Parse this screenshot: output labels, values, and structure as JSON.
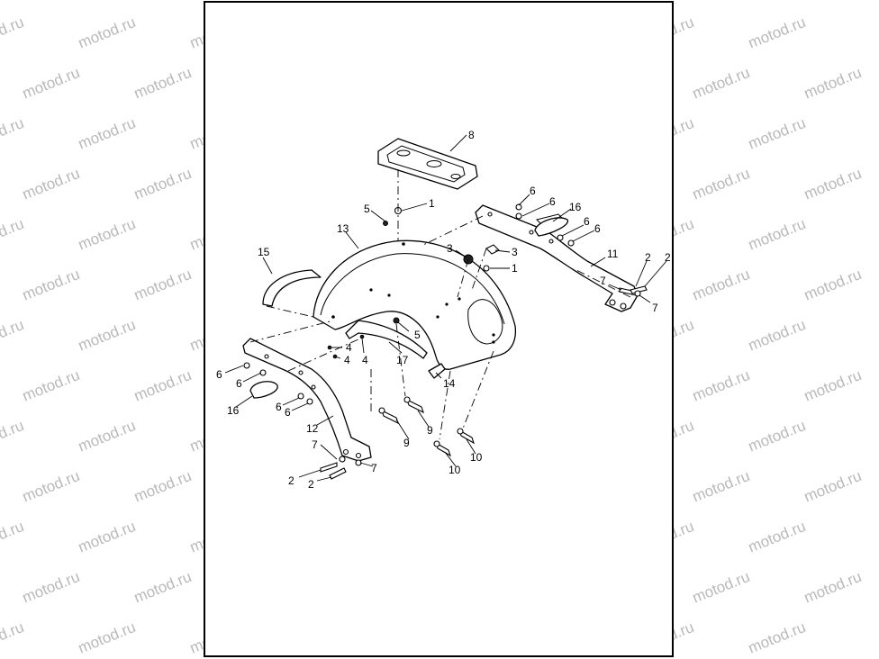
{
  "watermark": {
    "text": "motod.ru"
  },
  "callouts": [
    {
      "id": "c8",
      "label": "8"
    },
    {
      "id": "c1a",
      "label": "1"
    },
    {
      "id": "c5a",
      "label": "5"
    },
    {
      "id": "c13",
      "label": "13"
    },
    {
      "id": "c3a",
      "label": "3"
    },
    {
      "id": "c3b",
      "label": "3"
    },
    {
      "id": "c1b",
      "label": "1"
    },
    {
      "id": "c15",
      "label": "15"
    },
    {
      "id": "c6a",
      "label": "6"
    },
    {
      "id": "c6b",
      "label": "6"
    },
    {
      "id": "c16a",
      "label": "16"
    },
    {
      "id": "c6c",
      "label": "6"
    },
    {
      "id": "c6d",
      "label": "6"
    },
    {
      "id": "c11",
      "label": "11"
    },
    {
      "id": "c2a",
      "label": "2"
    },
    {
      "id": "c2b",
      "label": "2"
    },
    {
      "id": "c7a",
      "label": "7"
    },
    {
      "id": "c7b",
      "label": "7"
    },
    {
      "id": "c5b",
      "label": "5"
    },
    {
      "id": "c4a",
      "label": "4"
    },
    {
      "id": "c4b",
      "label": "4"
    },
    {
      "id": "c4c",
      "label": "4"
    },
    {
      "id": "c17",
      "label": "17"
    },
    {
      "id": "c14",
      "label": "14"
    },
    {
      "id": "c6e",
      "label": "6"
    },
    {
      "id": "c6f",
      "label": "6"
    },
    {
      "id": "c16b",
      "label": "16"
    },
    {
      "id": "c6g",
      "label": "6"
    },
    {
      "id": "c6h",
      "label": "6"
    },
    {
      "id": "c12",
      "label": "12"
    },
    {
      "id": "c9a",
      "label": "9"
    },
    {
      "id": "c9b",
      "label": "9"
    },
    {
      "id": "c10a",
      "label": "10"
    },
    {
      "id": "c10b",
      "label": "10"
    },
    {
      "id": "c7c",
      "label": "7"
    },
    {
      "id": "c7d",
      "label": "7"
    },
    {
      "id": "c2c",
      "label": "2"
    },
    {
      "id": "c2d",
      "label": "2"
    }
  ]
}
